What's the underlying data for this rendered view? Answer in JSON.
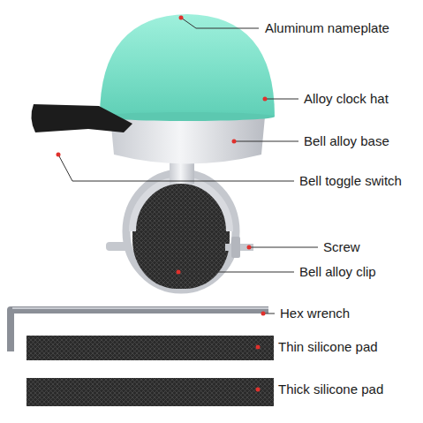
{
  "diagram": {
    "labels": [
      "Aluminum nameplate",
      "Alloy clock hat",
      "Bell alloy base",
      "Bell toggle switch",
      "Screw",
      "Bell alloy clip",
      "Hex wrench",
      "Thin silicone pad",
      "Thick silicone pad"
    ]
  }
}
